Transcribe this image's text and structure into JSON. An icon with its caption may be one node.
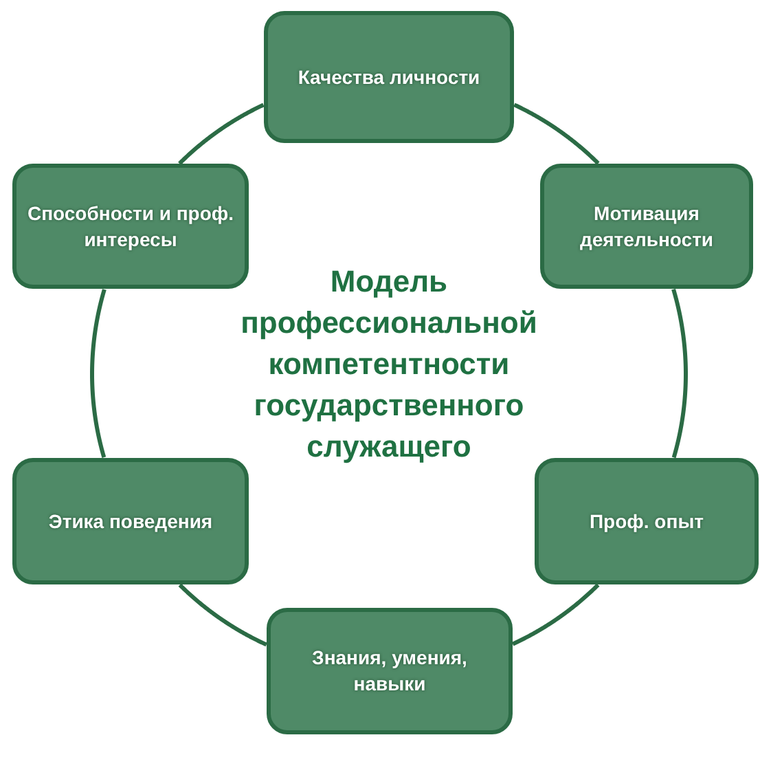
{
  "diagram": {
    "title": "Модель профессиональной компетентности государственного служащего",
    "nodes": [
      {
        "text": [
          "Качества личности"
        ]
      },
      {
        "text": [
          "Способности и проф. интересы"
        ]
      },
      {
        "text": [
          "Мотивация деятельности"
        ]
      },
      {
        "text": [
          "Этика поведения"
        ]
      },
      {
        "text": [
          "Проф. опыт"
        ]
      },
      {
        "text": [
          "Знания, умения, навыки"
        ]
      }
    ],
    "edges": [
      {
        "from": 0,
        "to": 2,
        "arrow": "none"
      },
      {
        "from": 2,
        "to": 4,
        "arrow": "none"
      },
      {
        "from": 4,
        "to": 5,
        "arrow": "none"
      },
      {
        "from": 5,
        "to": 3,
        "arrow": "none"
      },
      {
        "from": 3,
        "to": 1,
        "arrow": "none"
      },
      {
        "from": 1,
        "to": 0,
        "arrow": "none"
      }
    ]
  }
}
